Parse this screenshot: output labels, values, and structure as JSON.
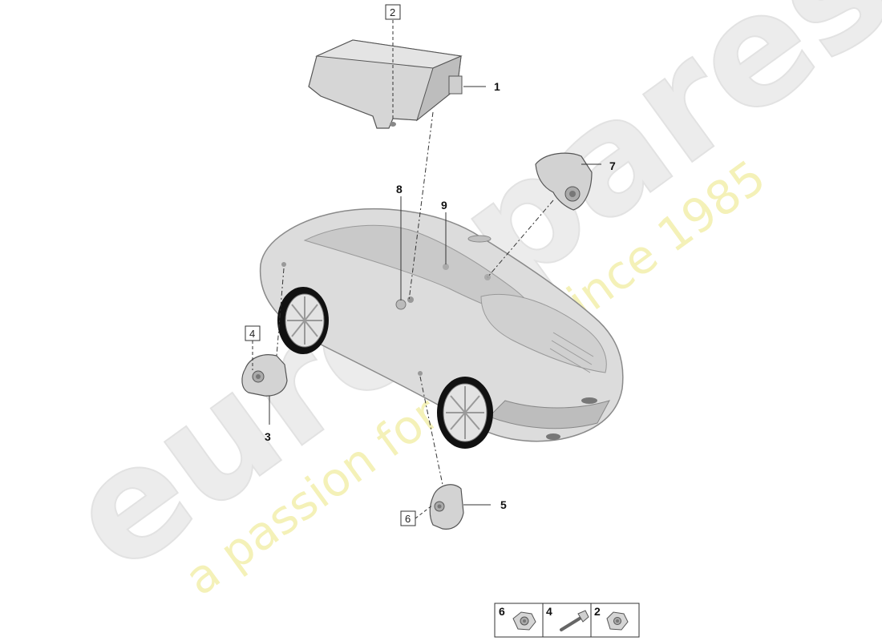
{
  "watermark": {
    "brand": "eurospares",
    "tagline": "a passion for parts since 1985"
  },
  "callouts": {
    "c1": "1",
    "c2": "2",
    "c3": "3",
    "c4": "4",
    "c5": "5",
    "c6": "6",
    "c7": "7",
    "c8": "8",
    "c9": "9"
  },
  "legend": {
    "items": [
      {
        "num": "6",
        "icon": "nut-icon"
      },
      {
        "num": "4",
        "icon": "bolt-icon"
      },
      {
        "num": "2",
        "icon": "nut-icon"
      }
    ]
  },
  "colors": {
    "part_fill": "#d4d4d4",
    "part_stroke": "#555555",
    "line": "#333333",
    "watermark": "#e6e6e6",
    "tagline": "#f3f0a8"
  }
}
